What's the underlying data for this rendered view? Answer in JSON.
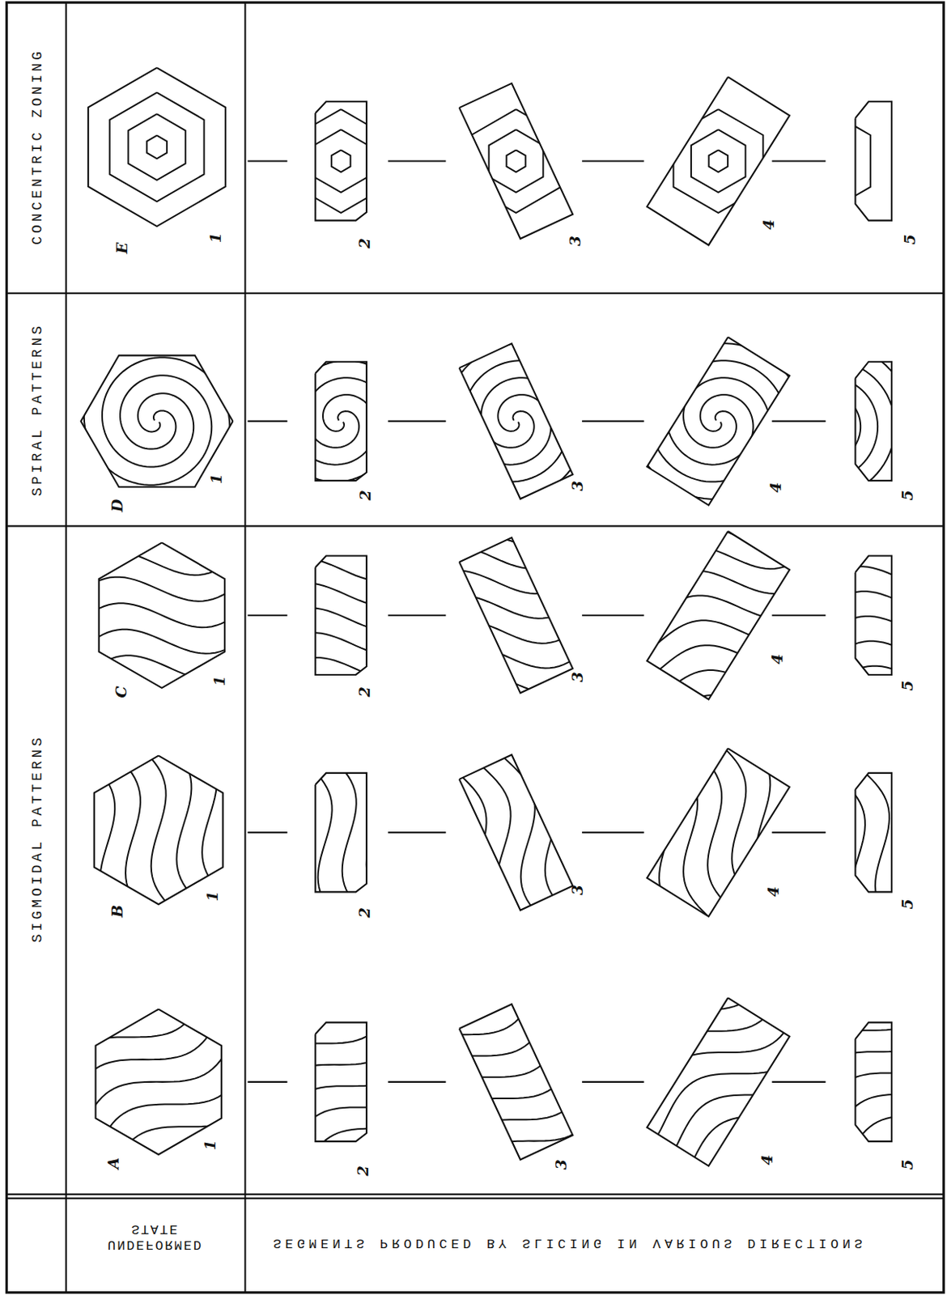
{
  "diagram": {
    "labels": [
      "CONCENTRIC ZONING",
      "SPIRAL PATTERNS",
      "SIGMOIDAL PATTERNS",
      "UNDEFORMED STATE",
      "SEGMENTS PRODUCED BY SLICING IN VARIOUS DIRECTIONS",
      "E",
      "1",
      "2",
      "3",
      "4",
      "5",
      "D",
      "1",
      "2",
      "3",
      "4",
      "5",
      "C",
      "1",
      "2",
      "3",
      "4",
      "5",
      "B",
      "1",
      "2",
      "3",
      "4",
      "5",
      "A",
      "1",
      "2",
      "3",
      "4",
      "5"
    ]
  }
}
